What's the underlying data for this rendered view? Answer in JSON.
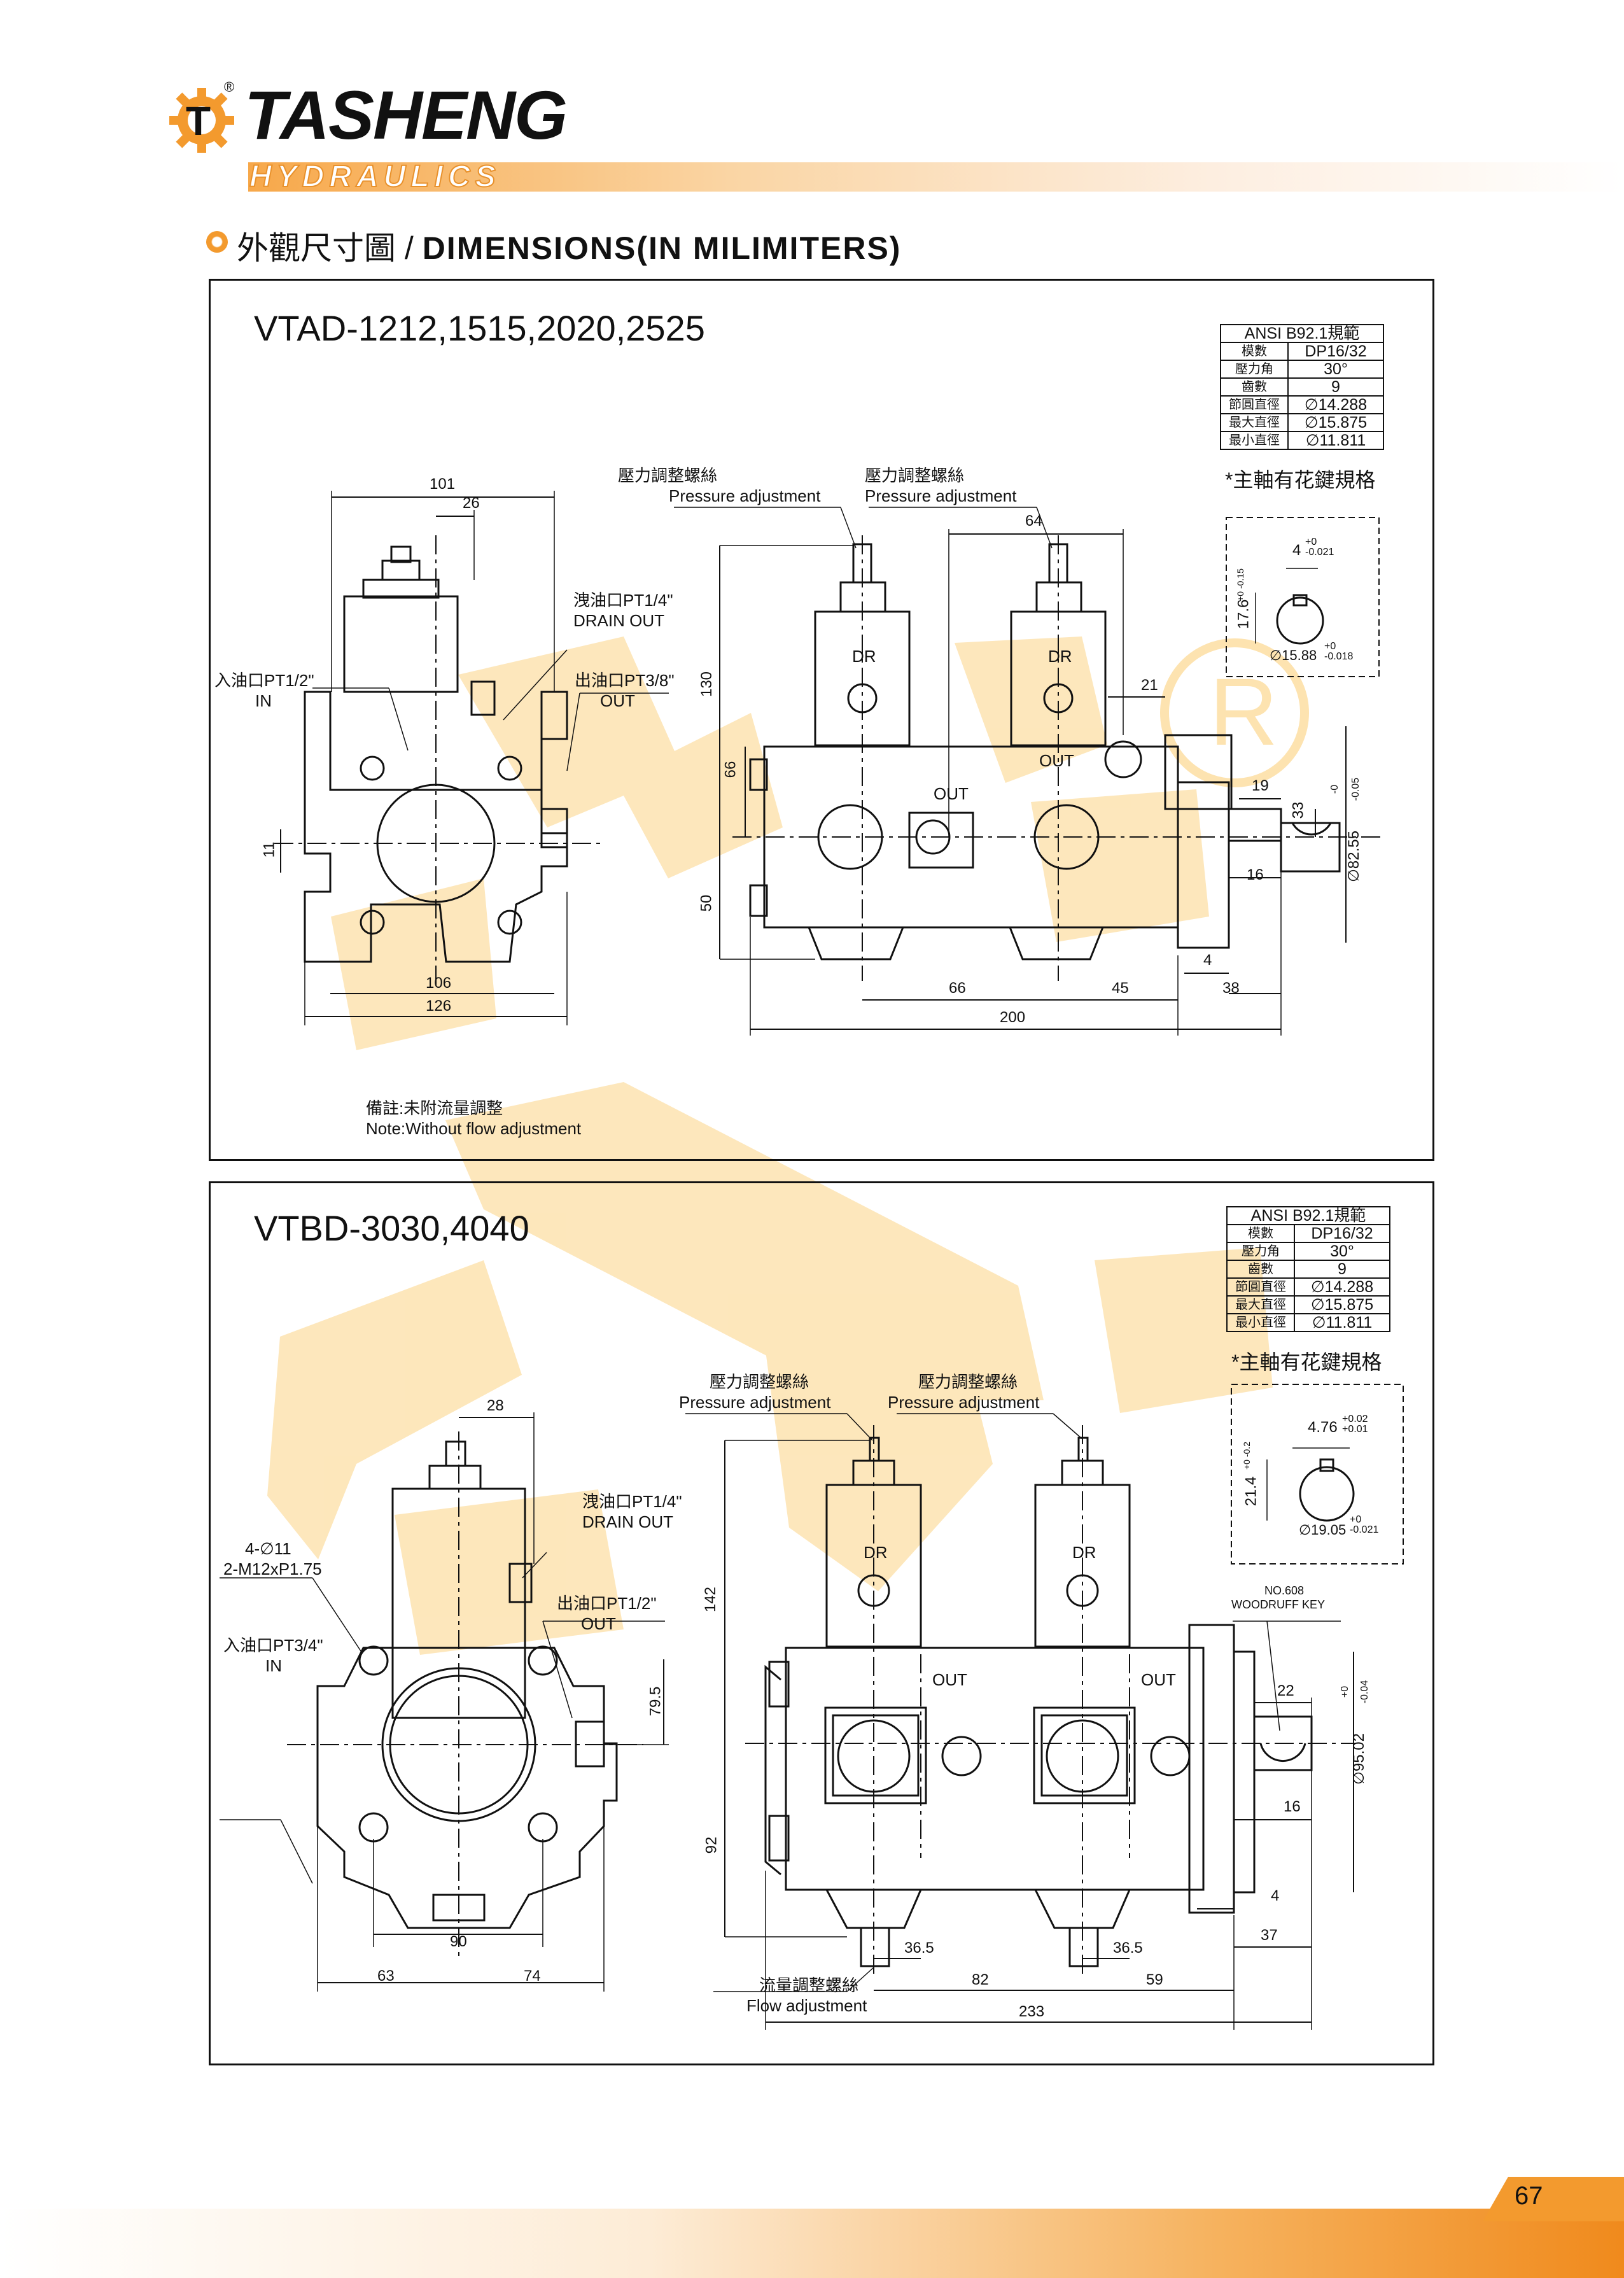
{
  "brand": {
    "name": "TASHENG",
    "sub": "HYDRAULICS",
    "registered": "®",
    "accent": "#f39a2e"
  },
  "section": {
    "title_cn": "外觀尺寸圖",
    "separator": " / ",
    "title_en": "DIMENSIONS(IN MILIMITERS)"
  },
  "spec_headers": [
    "ANSI B92.1規範"
  ],
  "spec_rows": [
    {
      "k": "模數",
      "v": "DP16/32"
    },
    {
      "k": "壓力角",
      "v": "30°"
    },
    {
      "k": "齒數",
      "v": "9"
    },
    {
      "k": "節圓直徑",
      "v": "∅14.288"
    },
    {
      "k": "最大直徑",
      "v": "∅15.875"
    },
    {
      "k": "最小直徑",
      "v": "∅11.811"
    }
  ],
  "panel1": {
    "model": "VTAD-1212,1515,2020,2525",
    "spline_note": "*主軸有花鍵規格",
    "labels": {
      "pressure_cn": "壓力調整螺絲",
      "pressure_en": "Pressure adjustment",
      "drain_cn": "洩油口PT1/4\"",
      "drain_en": "DRAIN OUT",
      "in_cn": "入油口PT1/2\"",
      "in_en": "IN",
      "out_cn": "出油口PT3/8\"",
      "out_en": "OUT",
      "dr": "DR",
      "out": "OUT"
    },
    "dims": {
      "d101": "101",
      "d26": "26",
      "d11": "11",
      "d106": "106",
      "d126": "126",
      "d64": "64",
      "d130": "130",
      "d66v": "66",
      "d50": "50",
      "d21": "21",
      "d19": "19",
      "d33": "33",
      "d825": "∅82.55",
      "d825tol": "-0.05",
      "d825tol0": "-0",
      "d16": "16",
      "d4": "4",
      "d66h": "66",
      "d45": "45",
      "d38": "38",
      "d200": "200",
      "key_w": "4",
      "key_w_tol_up": "+0",
      "key_w_tol_dn": "-0.021",
      "key_h": "17.6",
      "key_h_tol": "+0 -0.15",
      "key_d": "∅15.88",
      "key_d_tol_up": "+0",
      "key_d_tol_dn": "-0.018"
    },
    "note_cn": "備註:未附流量調整",
    "note_en": "Note:Without flow adjustment"
  },
  "panel2": {
    "model": "VTBD-3030,4040",
    "spline_note": "*主軸有花鍵規格",
    "labels": {
      "pressure_cn": "壓力調整螺絲",
      "pressure_en": "Pressure adjustment",
      "drain_cn": "洩油口PT1/4\"",
      "drain_en": "DRAIN OUT",
      "bolt1": "4-∅11",
      "bolt2": "2-M12xP1.75",
      "in_cn": "入油口PT3/4\"",
      "in_en": "IN",
      "out_cn": "出油口PT1/2\"",
      "out_en": "OUT",
      "dr": "DR",
      "out": "OUT",
      "key_no": "NO.608",
      "key_name": "WOODRUFF KEY",
      "flow_cn": "流量調整螺絲",
      "flow_en": "Flow adjustment"
    },
    "dims": {
      "d28": "28",
      "d795": "79.5",
      "d90": "90",
      "d63": "63",
      "d74": "74",
      "d142": "142",
      "d92": "92",
      "d22": "22",
      "d9502": "∅95.02",
      "d9502tol": "-0.04",
      "d9502tol0": "+0",
      "d16": "16",
      "d4": "4",
      "d37": "37",
      "d365a": "36.5",
      "d365b": "36.5",
      "d82": "82",
      "d59": "59",
      "d233": "233",
      "key_w": "4.76",
      "key_w_tol_up": "+0.02",
      "key_w_tol_dn": "+0.01",
      "key_h": "21.4",
      "key_h_tol": "+0 -0.2",
      "key_d": "∅19.05",
      "key_d_tol_up": "+0",
      "key_d_tol_dn": "-0.021"
    }
  },
  "page_number": "67"
}
